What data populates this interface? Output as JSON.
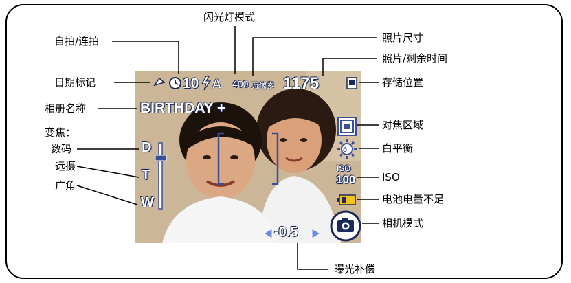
{
  "callouts": {
    "flash_mode": "闪光灯模式",
    "self_timer_burst": "自拍/连拍",
    "date_stamp": "日期标记",
    "album_name": "相册名称",
    "zoom": "变焦：",
    "zoom_digital": "数码",
    "zoom_tele": "远摄",
    "zoom_wide": "广角",
    "picture_size": "照片尺寸",
    "pictures_time_remaining": "照片/剩余时间",
    "storage_location": "存储位置",
    "focus_zone": "对焦区域",
    "white_balance": "白平衡",
    "iso": "ISO",
    "battery_low": "电池电量不足",
    "camera_mode": "相机模式",
    "exposure_comp": "曝光补偿"
  },
  "screen": {
    "burst_count": "10",
    "megapixels": "400",
    "mp_unit": "万像素",
    "pictures_remaining": "1175",
    "album": "BIRTHDAY +",
    "zoom_d": "D",
    "zoom_t": "T",
    "zoom_w": "W",
    "iso_label": "ISO",
    "iso_value": "100",
    "exposure": "-0.5"
  },
  "colors": {
    "icon_blue": "#3a4f9a",
    "overlay_text": "#ffffff",
    "battery_yellow": "#f4c21a"
  }
}
